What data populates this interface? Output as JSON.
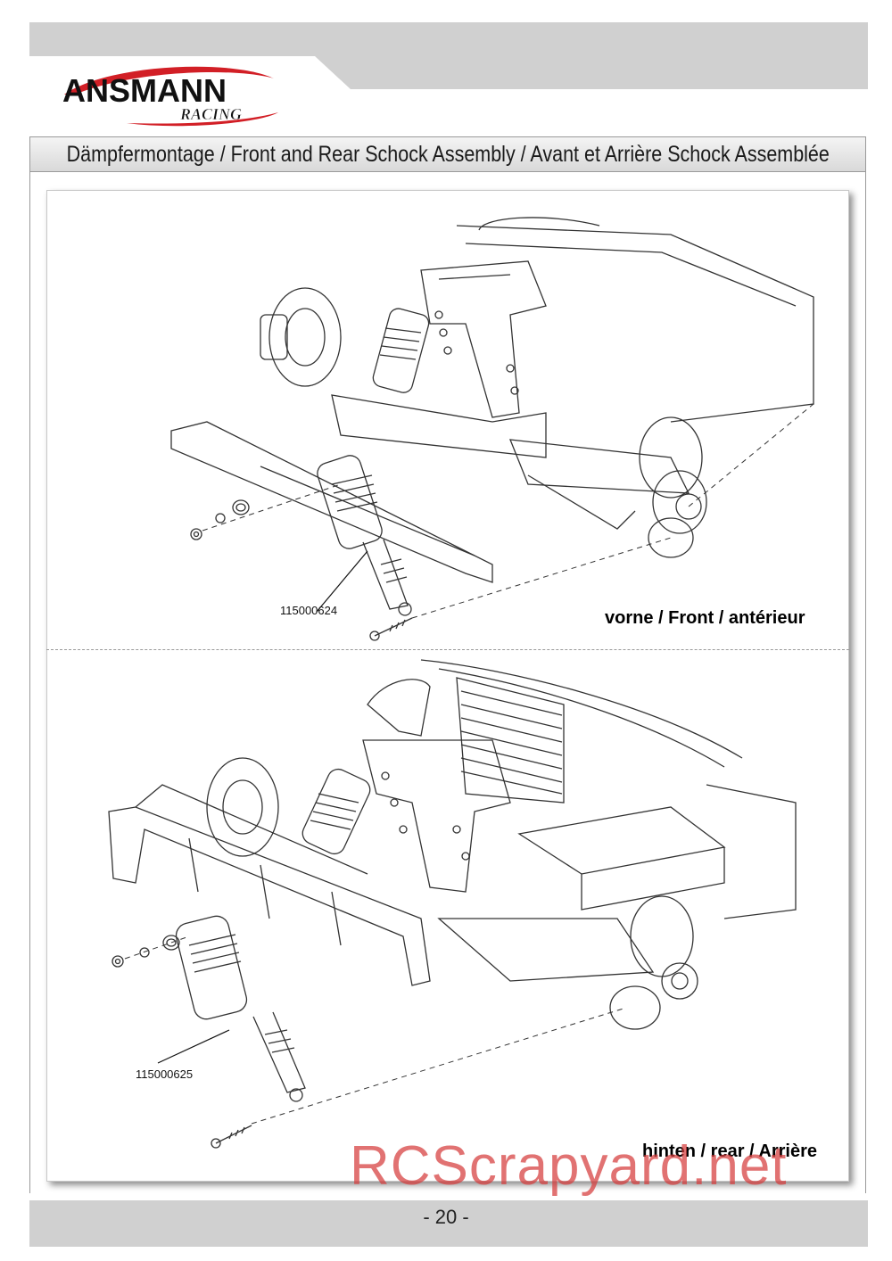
{
  "header": {
    "brand": "ANSMANN",
    "brand_sub": "RACING",
    "title": "Dämpfermontage / Front and Rear Schock Assembly / Avant et Arrière Schock Assemblée"
  },
  "sections": [
    {
      "label": "vorne / Front / antérieur",
      "part_number": "115000624"
    },
    {
      "label": "hinten / rear / Arrière",
      "part_number": "115000625"
    }
  ],
  "footer": {
    "page_number": "- 20 -"
  },
  "watermark": "RCScrapyard.net",
  "colors": {
    "logo_red": "#d21f26",
    "band_gray": "#d0d0d0",
    "watermark_red": "#d63c3c"
  }
}
